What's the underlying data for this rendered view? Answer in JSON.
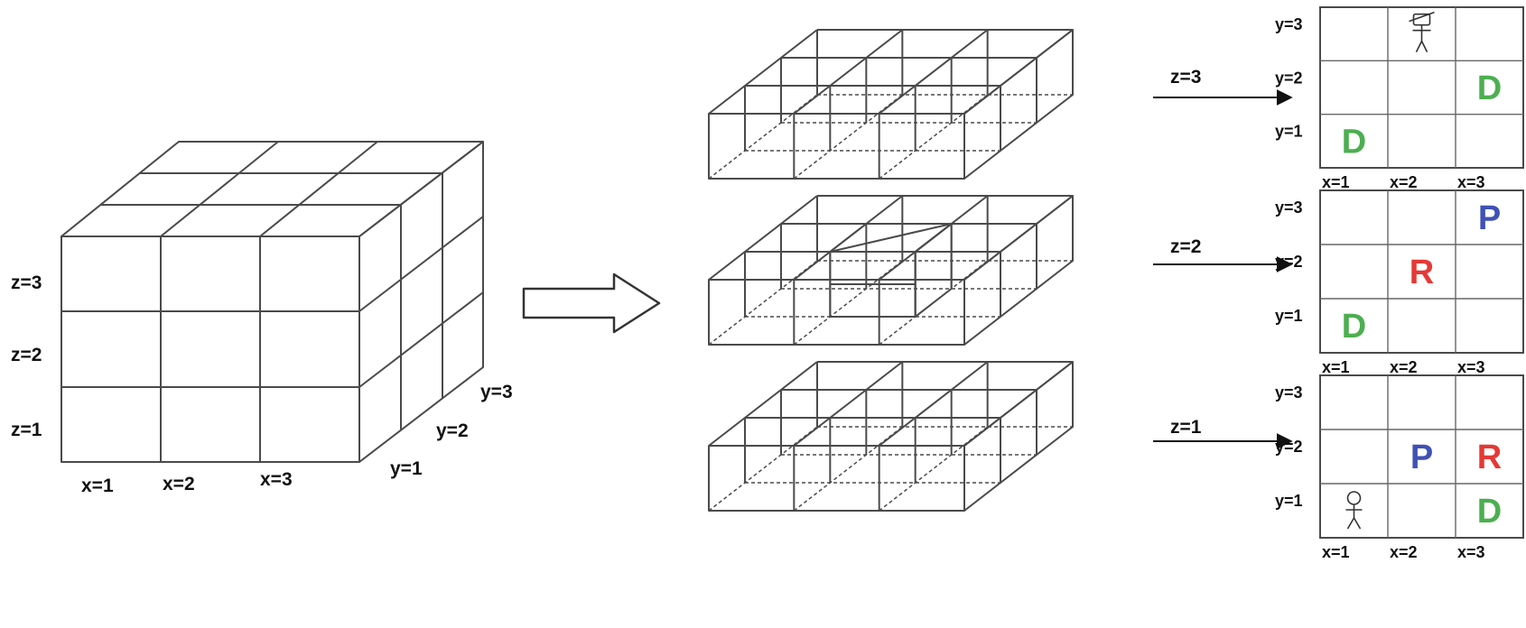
{
  "colors": {
    "line": "#4a4a4a",
    "highlight_cube": "#e8392a",
    "D": "#4caf50",
    "P": "#3f51b5",
    "R": "#e53935"
  },
  "big_cube": {
    "x_labels": [
      "x=1",
      "x=2",
      "x=3"
    ],
    "y_labels": [
      "y=1",
      "y=2",
      "y=3"
    ],
    "z_labels": [
      "z=1",
      "z=2",
      "z=3"
    ]
  },
  "arrow": {
    "icon": "right-arrow-icon"
  },
  "slices": [
    {
      "z_label": "z=3",
      "highlight": false,
      "grid": {
        "x_labels": [
          "x=1",
          "x=2",
          "x=3"
        ],
        "y_labels": [
          "y=3",
          "y=2",
          "y=1"
        ],
        "cells": [
          [
            "",
            "robot",
            ""
          ],
          [
            "",
            "",
            "D"
          ],
          [
            "D",
            "",
            ""
          ]
        ]
      }
    },
    {
      "z_label": "z=2",
      "highlight": true,
      "grid": {
        "x_labels": [
          "x=1",
          "x=2",
          "x=3"
        ],
        "y_labels": [
          "y=3",
          "y=2",
          "y=1"
        ],
        "cells": [
          [
            "",
            "",
            "P"
          ],
          [
            "",
            "R",
            ""
          ],
          [
            "D",
            "",
            ""
          ]
        ]
      }
    },
    {
      "z_label": "z=1",
      "highlight": false,
      "grid": {
        "x_labels": [
          "x=1",
          "x=2",
          "x=3"
        ],
        "y_labels": [
          "y=3",
          "y=2",
          "y=1"
        ],
        "cells": [
          [
            "",
            "",
            ""
          ],
          [
            "",
            "P",
            "R"
          ],
          [
            "person",
            "",
            "D"
          ]
        ]
      }
    }
  ]
}
